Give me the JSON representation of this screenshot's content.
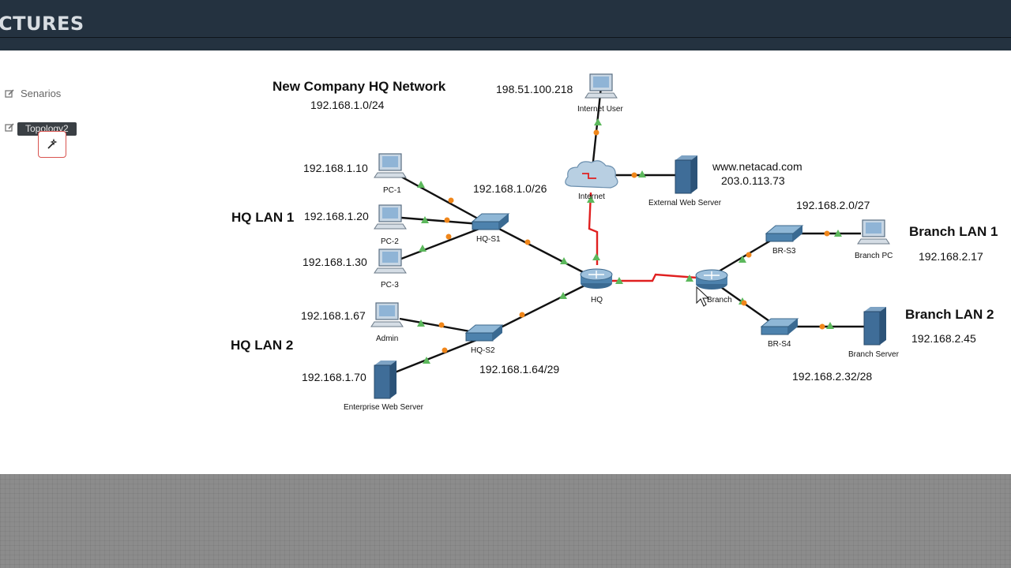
{
  "header": {
    "title": "CTURES"
  },
  "sidebar": {
    "items": [
      {
        "label": "Senarios"
      },
      {
        "label": "Topology2"
      }
    ],
    "tooltip": "Topology2"
  },
  "topology": {
    "title": "New Company HQ Network",
    "title_subnet": "192.168.1.0/24",
    "hq_lan1": {
      "label": "HQ LAN 1",
      "subnet": "192.168.1.0/26"
    },
    "hq_lan2": {
      "label": "HQ LAN 2",
      "subnet": "192.168.1.64/29"
    },
    "branch_lan1": {
      "label": "Branch LAN 1",
      "subnet": "192.168.2.0/27",
      "host_ip": "192.168.2.17"
    },
    "branch_lan2": {
      "label": "Branch LAN 2",
      "subnet": "192.168.2.32/28",
      "host_ip": "192.168.2.45"
    },
    "devices": {
      "pc1": {
        "name": "PC-1",
        "ip": "192.168.1.10"
      },
      "pc2": {
        "name": "PC-2",
        "ip": "192.168.1.20"
      },
      "pc3": {
        "name": "PC-3",
        "ip": "192.168.1.30"
      },
      "admin": {
        "name": "Admin",
        "ip": "192.168.1.67"
      },
      "ews": {
        "name": "Enterprise Web Server",
        "ip": "192.168.1.70"
      },
      "hq_s1": {
        "name": "HQ-S1"
      },
      "hq_s2": {
        "name": "HQ-S2"
      },
      "hq": {
        "name": "HQ"
      },
      "internet": {
        "name": "Internet"
      },
      "internet_user": {
        "name": "Internet User",
        "ip": "198.51.100.218"
      },
      "ext_server": {
        "name": "External Web Server",
        "host": "www.netacad.com",
        "ip": "203.0.113.73"
      },
      "branch": {
        "name": "Branch"
      },
      "br_s3": {
        "name": "BR-S3"
      },
      "br_s4": {
        "name": "BR-S4"
      },
      "branch_pc": {
        "name": "Branch PC"
      },
      "branch_server": {
        "name": "Branch Server"
      }
    }
  },
  "colors": {
    "link": "#111111",
    "serial_link": "#e02020",
    "link_up": "#5cb85c",
    "link_pending": "#f0861a",
    "header_bg": "#243240"
  }
}
